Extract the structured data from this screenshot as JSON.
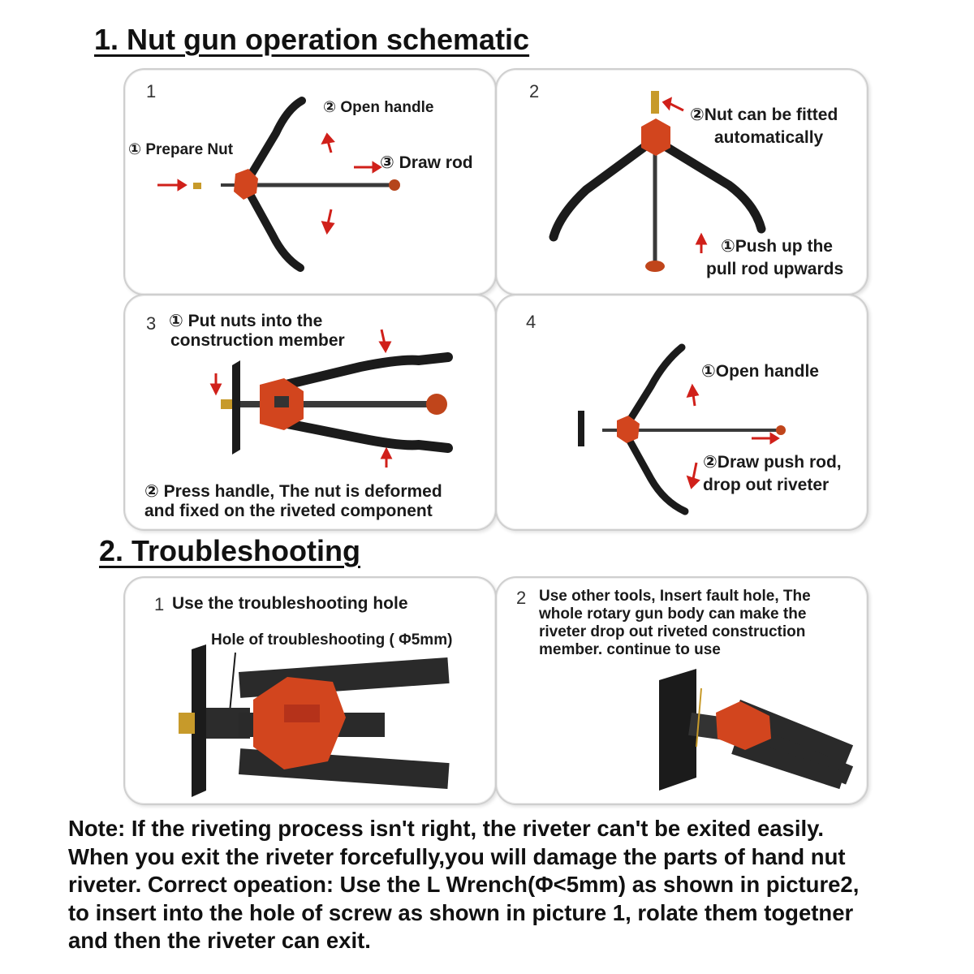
{
  "section1": {
    "title": "1. Nut gun operation schematic"
  },
  "section2": {
    "title": "2. Troubleshooting"
  },
  "panels": {
    "p1": {
      "number": "1",
      "prepare": "① Prepare Nut",
      "open": "② Open handle",
      "draw": "③ Draw rod"
    },
    "p2": {
      "number": "2",
      "fitted_line1": "②Nut can be fitted",
      "fitted_line2": "automatically",
      "push_line1": "①Push up the",
      "push_line2": "pull rod upwards"
    },
    "p3": {
      "number": "3",
      "put_line1": "① Put nuts into the",
      "put_line2": "construction member",
      "press_line1": "② Press handle, The nut is deformed",
      "press_line2": "and fixed on the riveted component"
    },
    "p4": {
      "number": "4",
      "open": "①Open handle",
      "draw_line1": "②Draw push rod,",
      "draw_line2": "drop out riveter"
    },
    "t1": {
      "number": "1",
      "title": "Use the troubleshooting hole",
      "hole_label": "Hole of troubleshooting ( Φ5mm)"
    },
    "t2": {
      "number": "2",
      "text_line1": "Use other tools, Insert fault hole, The",
      "text_line2": "whole rotary gun body can make the",
      "text_line3": "riveter drop out riveted construction",
      "text_line4": "member. continue to use"
    }
  },
  "note": {
    "line1": "Note: If the riveting process isn't right, the riveter can't be exited easily.",
    "line2": "When you exit the riveter forcefully,you will damage the parts of hand nut",
    "line3": "riveter. Correct opeation: Use the L Wrench(Φ<5mm) as shown in picture2,",
    "line4": "to insert into the hole of screw as shown in picture 1, rolate them togetner",
    "line5": "and then the riveter can exit."
  },
  "colors": {
    "tool_orange": "#d2451e",
    "arrow_red": "#d0201a",
    "handle_black": "#1b1b1b",
    "rod_gray": "#3a3a3a",
    "brass": "#c79a2a"
  }
}
